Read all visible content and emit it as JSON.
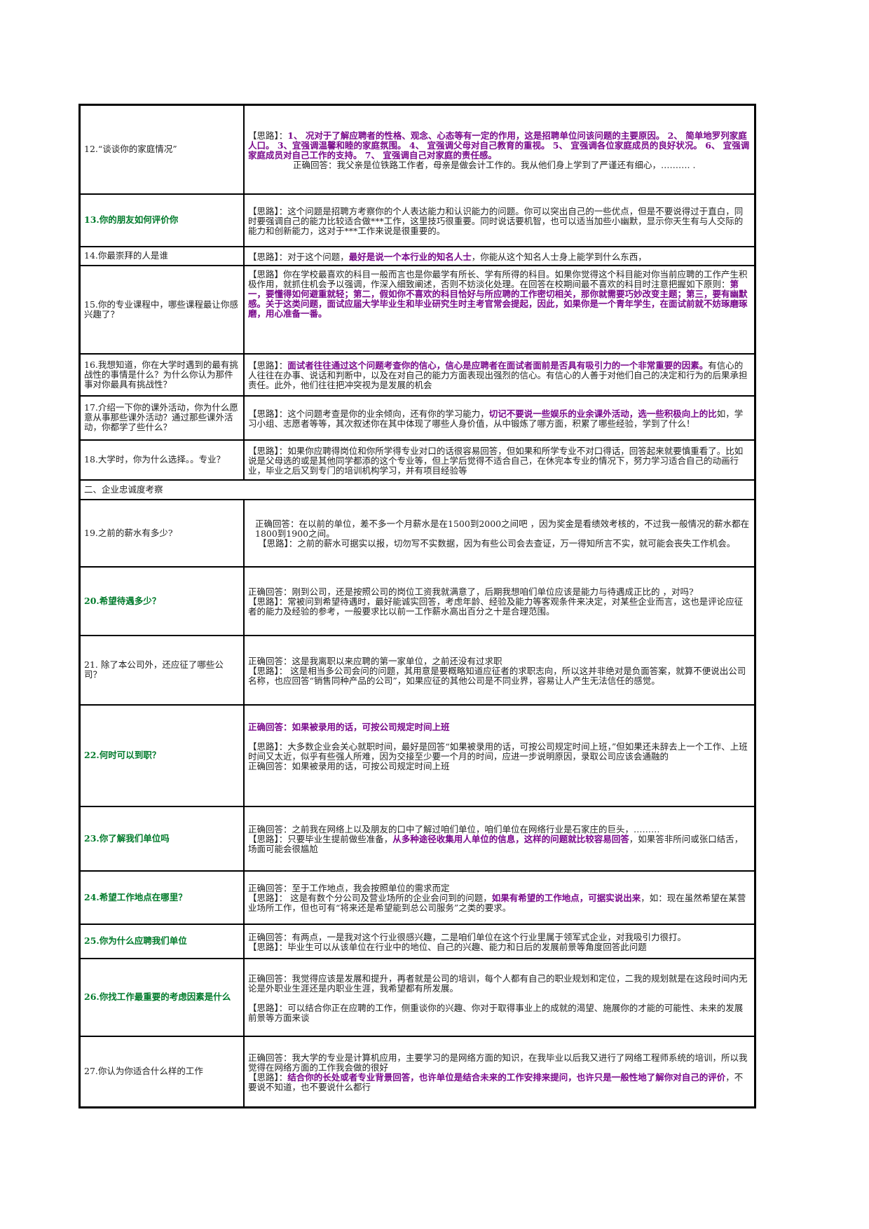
{
  "section2_title": "二、企业忠诚度考察",
  "rows": {
    "r12": {
      "q": "12.“谈谈你的家庭情况”",
      "a_prefix": "【思路】：",
      "a_hl": "1、 况对于了解应聘者的性格、观念、心态等有一定的作用，这是招聘单位问该问题的主要原因。 2、 简单地罗列家庭人口。 3、宜强调温馨和睦的家庭氛围。 4、 宜强调父母对自己教育的重视。 5、 宜强调各位家庭成员的良好状况。 6、 宜强调家庭成员对自己工作的支持。 7、 宜强调自己对家庭的责任感。",
      "answer": "正确回答：我父亲是位铁路工作者，母亲是做会计工作的。我从他们身上学到了严谨还有细心，………. ."
    },
    "r13": {
      "q": "13.你的朋友如何评价你",
      "a": "【思路】：这个问题是招聘方考察你的个人表达能力和认识能力的问题。你可以突出自己的一些优点，但是不要说得过于直白，同时要强调自己的能力比较适合做***工作，这里技巧很重要。同时说话要机智，也可以适当加些小幽默，显示你天生有与人交际的能力和创新能力，这对于***工作来说是很重要的。"
    },
    "r14": {
      "q": "14.你最崇拜的人是谁",
      "a1": "【思路】：对于这个问题，",
      "a_hl": "最好是说一个本行业的知名人士",
      "a2": "，你能从这个知名人士身上能学到什么东西，"
    },
    "r15": {
      "q": "15.你的专业课程中，哪些课程最让你感兴趣了？",
      "a1": "【思路】你在学校最喜欢的科目一般而言也是你最学有所长、学有所得的科目。如果你觉得这个科目能对你当前应聘的工作产生积极作用，就抓住机会予以强调，作深入细致阐述，否则不妨淡化处理。在回答在校期间最不喜欢的科目时注意把握如下原则：",
      "a_hl": "第一，要懂得如何避重就轻；第二，假如你不喜欢的科目恰好与所应聘的工作密切相关，那你就需要巧妙改变主题；第三，要有幽默感。关于这类问题，面试应届大学毕业生和毕业研究生时主考官常会提起，因此，如果你是一个青年学生，在面试前就不妨琢磨琢磨，用心准备一番。"
    },
    "r16": {
      "q": "16.我想知道，你在大学时遇到的最有挑战性的事情是什么？为什么你认为那件事对你最具有挑战性？",
      "a_prefix": "【思路】：",
      "a_hl": "面试者往往通过这个问题考查你的信心，信心是应聘者在面试者面前是否具有吸引力的一个非常重要的因素。",
      "a2": "有信心的人往往在办事、说话和判断中，以及在对自己的能力方面表现出强烈的信心。有信心的人善于对他们自己的决定和行为的后果承担责任。此外，他们往往把冲突视为是发展的机会"
    },
    "r17": {
      "q": "17.介绍一下你的课外活动，你为什么愿意从事那些课外活动？通过那些课外活动，你都学了些什么？",
      "a1": "【思路】：这个问题考查是你的业余倾向，还有你的学习能力，",
      "a_hl": "切记不要说一些娱乐的业余课外活动，选一些积极向上的比",
      "a2": "如，学习小组、志愿者等等，其次叙述你在其中体现了哪些人身价值，从中锻炼了哪方面，积累了哪些经验，学到了什么！"
    },
    "r18": {
      "q": "18.大学时，你为什么选择。。专业？",
      "a": "【思路】：如果你应聘得岗位和你所学得专业对口的话很容易回答，但如果和所学专业不对口得话，回答起来就要慎重看了。比如说是父母选的或是其他同学都添的这个专业等，但上学后觉得不适合自己，在休完本专业的情况下，努力学习适合自己的动画行业，毕业之后又到专门的培训机构学习，并有项目经验等"
    },
    "r19": {
      "q": "19.之前的薪水有多少?",
      "a1": "正确回答：在以前的单位，差不多一个月薪水是在1500到2000之间吧 ，因为奖金是看绩效考核的，不过我一般情况的薪水都在1800到1900之间。",
      "a2": "【思路】：之前的薪水可据实以报，切勿写不实数据，因为有些公司会去查证，万一得知所言不实，就可能会丧失工作机会。"
    },
    "r20": {
      "q": "20.希望待遇多少？",
      "a1": "正确回答：刚到公司，还是按照公司的岗位工资我就满意了，后期我想咱们单位应该是能力与待遇成正比的 ，对吗?",
      "a2": "【思路】：常被问到希望待遇时，最好能诚实回答，考虑年龄、经验及能力等客观条件来决定，对某些企业而言，这也是评论应征者的能力及经验的参考，一般要求比以前一工作薪水高出百分之十是合理范围。"
    },
    "r21": {
      "q": "21. 除了本公司外，还应征了哪些公司？",
      "a1": "正确回答：这是我离职以来应聘的第一家单位，之前还没有过求职",
      "a2": "【思路】：  这是相当多公司会问的问题，其用意是要概略知道应征者的求职志向，所以这并非绝对是负面答案，就算不便说出公司名称，也应回答“销售同种产品的公司”，如果应征的其他公司是不同业界，容易让人产生无法信任的感觉。"
    },
    "r22": {
      "q": "22.何时可以到职？",
      "a_hl": "正确回答：如果被录用的话，可按公司规定时间上班",
      "a2": "【思路】：大多数企业会关心就职时间，最好是回答“如果被录用的话，可按公司规定时间上班，”但如果还未辞去上一个工作、上班时间又太近，似乎有些强人所难，因为交接至少要一个月的时间，应进一步说明原因，录取公司应该会通融的",
      "a3": "正确回答：如果被录用的话，可按公司规定时间上班"
    },
    "r23": {
      "q": "23.你了解我们单位吗",
      "a1": "正确回答：之前我在网络上以及朋友的口中了解过咱们单位，咱们单位在网络行业是石家庄的巨头，………",
      "a2": "【思路】：只要毕业生提前做些准备，",
      "a_hl": "从多种途径收集用人单位的信息，这样的问题就比较容易回答",
      "a3": "，如果答非所问或张口结舌，场面可能会很尴尬"
    },
    "r24": {
      "q": "24.希望工作地点在哪里？",
      "a1": "正确回答：至于工作地点，我会按照单位的需求而定",
      "a2": "【思路】：  这是有数个分公司及营业场所的企业会问到的问题，",
      "a_hl": "如果有希望的工作地点，可据实说出来",
      "a3": "，如：现在虽然希望在某营业场所工作，但也可有“将来还是希望能到总公司服务”之类的要求。"
    },
    "r25": {
      "q": "25.你为什么应聘我们单位",
      "a1": "正确回答：有两点，一是我对这个行业很感兴趣，二是咱们单位在这个行业里属于领军式企业，对我吸引力很打。",
      "a2": "【思路】：毕业生可以从该单位在行业中的地位、自己的兴趣、能力和日后的发展前景等角度回答此问题"
    },
    "r26": {
      "q": "26.你找工作最重要的考虑因素是什么",
      "a1": "正确回答：我觉得应该是发展和提升，再者就是公司的培训，每个人都有自己的职业规划和定位，二我的规划就是在这段时间内无论是外职业生涯还是内职业生涯，我希望都有所发展。",
      "a2": "【思路】：可以结合你正在应聘的工作，侧重谈你的兴趣、你对于取得事业上的成就的渴望、施展你的才能的可能性、未来的发展前景等方面来谈"
    },
    "r27": {
      "q": "27.你认为你适合什么样的工作",
      "a1": "正确回答：我大学的专业是计算机应用，主要学习的是网络方面的知识，在我毕业以后我又进行了网络工程师系统的培训，所以我觉得在网络方面的工作我会做的很好",
      "a2": "【思路】：",
      "a_hl": "结合你的长处或者专业背景回答，也许单位是结合未来的工作安排来提问，也许只是一般性地了解你对自己的评价",
      "a3": "，不要说不知道，也不要说什么都行"
    }
  }
}
